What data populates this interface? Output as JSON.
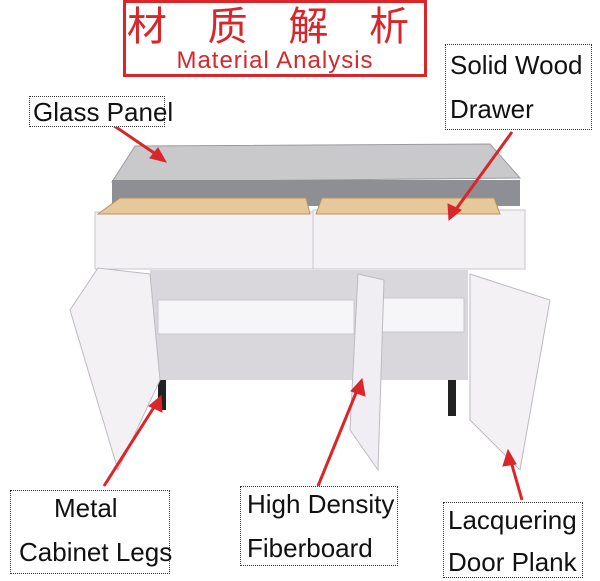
{
  "title": {
    "chinese": "材 质 解 析",
    "english": "Material Analysis"
  },
  "labels": {
    "glass_panel": "Glass Panel",
    "solid_wood_line1": "Solid Wood",
    "solid_wood_line2": "Drawer",
    "metal_line1": "Metal",
    "metal_line2": "Cabinet Legs",
    "hdf_line1": "High Density",
    "hdf_line2": "Fiberboard",
    "lacquer_line1": "Lacquering",
    "lacquer_line2": "Door Plank"
  },
  "colors": {
    "accent_red": "#d8262a",
    "glass_top": "#c9c9cc",
    "cabinet_body": "#8e8f95",
    "lacquer_white": "#f3f1f4",
    "wood": "#e6c89a"
  }
}
